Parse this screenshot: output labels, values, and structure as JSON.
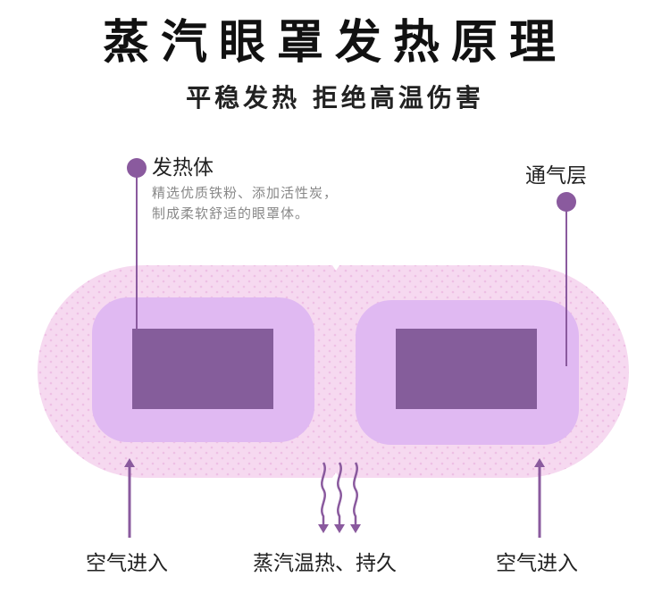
{
  "header": {
    "title": "蒸汽眼罩发热原理",
    "subtitle": "平稳发热  拒绝高温伤害"
  },
  "labels": {
    "heater_title": "发热体",
    "heater_desc_1": "精选优质铁粉、添加活性炭，",
    "heater_desc_2": "制成柔软舒适的眼罩体。",
    "vent_layer": "通气层",
    "air_in_left": "空气进入",
    "steam": "蒸汽温热、持久",
    "air_in_right": "空气进入"
  },
  "colors": {
    "mask_outer": "#f6d9f0",
    "pad": "#e0b9f2",
    "core": "#855d9b",
    "accent": "#8a5a9e"
  }
}
